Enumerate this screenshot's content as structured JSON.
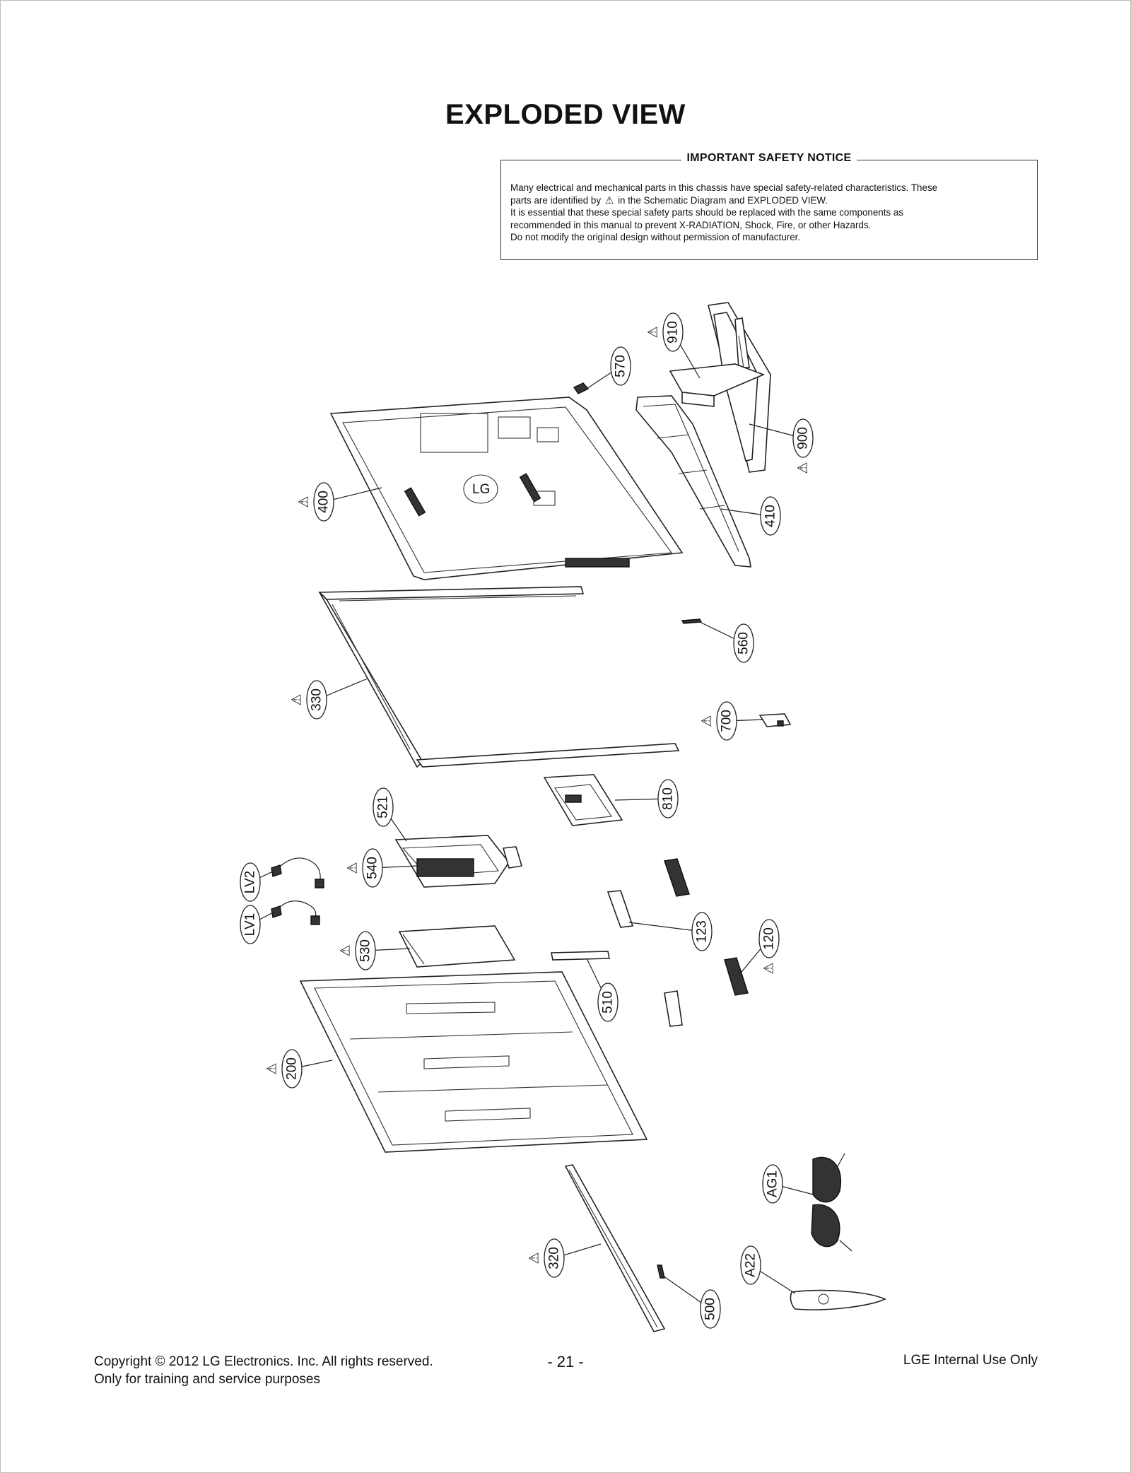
{
  "title": "EXPLODED VIEW",
  "notice": {
    "heading": "IMPORTANT SAFETY NOTICE",
    "line1": "Many electrical and mechanical parts in this chassis have special safety-related characteristics. These",
    "line2_a": "parts are identified by",
    "line2_b": "in the Schematic Diagram and EXPLODED VIEW.",
    "line3": "It is essential that these special safety parts should be replaced with the same components as",
    "line4": "recommended in this manual to prevent X-RADIATION, Shock, Fire, or other Hazards.",
    "line5": "Do not modify the original design without permission of manufacturer."
  },
  "parts": [
    {
      "id": "910",
      "label": "910",
      "safety": true
    },
    {
      "id": "570",
      "label": "570",
      "safety": false
    },
    {
      "id": "900",
      "label": "900",
      "safety": true
    },
    {
      "id": "400",
      "label": "400",
      "safety": true
    },
    {
      "id": "410",
      "label": "410",
      "safety": false
    },
    {
      "id": "560",
      "label": "560",
      "safety": false
    },
    {
      "id": "330",
      "label": "330",
      "safety": true
    },
    {
      "id": "700",
      "label": "700",
      "safety": true
    },
    {
      "id": "521",
      "label": "521",
      "safety": false
    },
    {
      "id": "810",
      "label": "810",
      "safety": false
    },
    {
      "id": "LV2",
      "label": "LV2",
      "safety": false
    },
    {
      "id": "540",
      "label": "540",
      "safety": true
    },
    {
      "id": "LV1",
      "label": "LV1",
      "safety": false
    },
    {
      "id": "123",
      "label": "123",
      "safety": false
    },
    {
      "id": "120",
      "label": "120",
      "safety": true
    },
    {
      "id": "530",
      "label": "530",
      "safety": true
    },
    {
      "id": "510",
      "label": "510",
      "safety": false
    },
    {
      "id": "200",
      "label": "200",
      "safety": true
    },
    {
      "id": "AG1",
      "label": "AG1",
      "safety": false
    },
    {
      "id": "320",
      "label": "320",
      "safety": true
    },
    {
      "id": "A22",
      "label": "A22",
      "safety": false
    },
    {
      "id": "500",
      "label": "500",
      "safety": false
    }
  ],
  "safety_symbol": "⚠",
  "footer": {
    "copyright": "Copyright  © 2012  LG Electronics. Inc. All rights reserved.",
    "purpose": "Only for training and service purposes",
    "page_number": "- 21 -",
    "internal": "LGE Internal Use Only"
  },
  "logo_text": "LG"
}
